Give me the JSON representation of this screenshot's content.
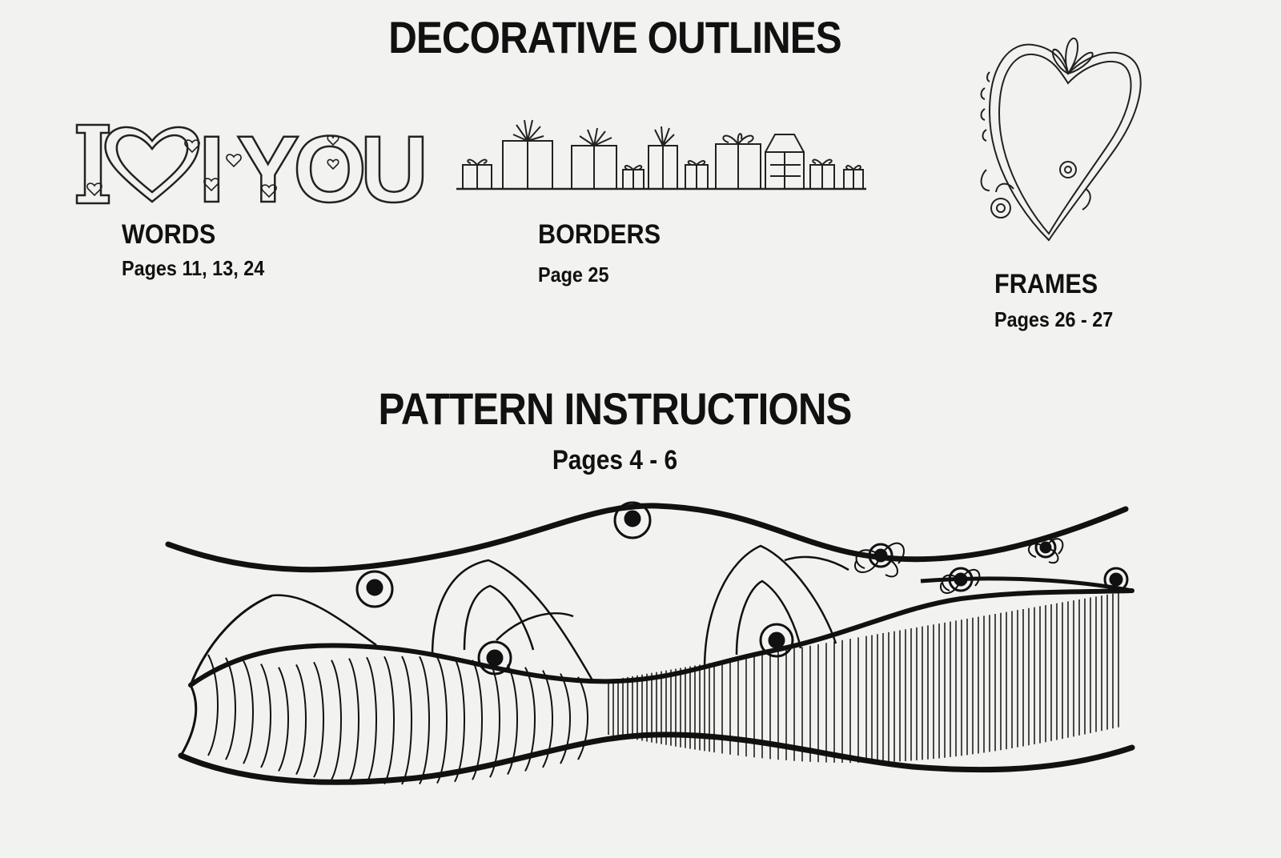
{
  "title": "DECORATIVE OUTLINES",
  "categories": [
    {
      "label": "WORDS",
      "pages": "Pages 11, 13, 24",
      "art_text": "I YOU"
    },
    {
      "label": "BORDERS",
      "pages": "Page 25"
    },
    {
      "label": "FRAMES",
      "pages": "Pages 26 - 27"
    }
  ],
  "pattern": {
    "title": "PATTERN INSTRUCTIONS",
    "pages": "Pages 4 - 6"
  }
}
